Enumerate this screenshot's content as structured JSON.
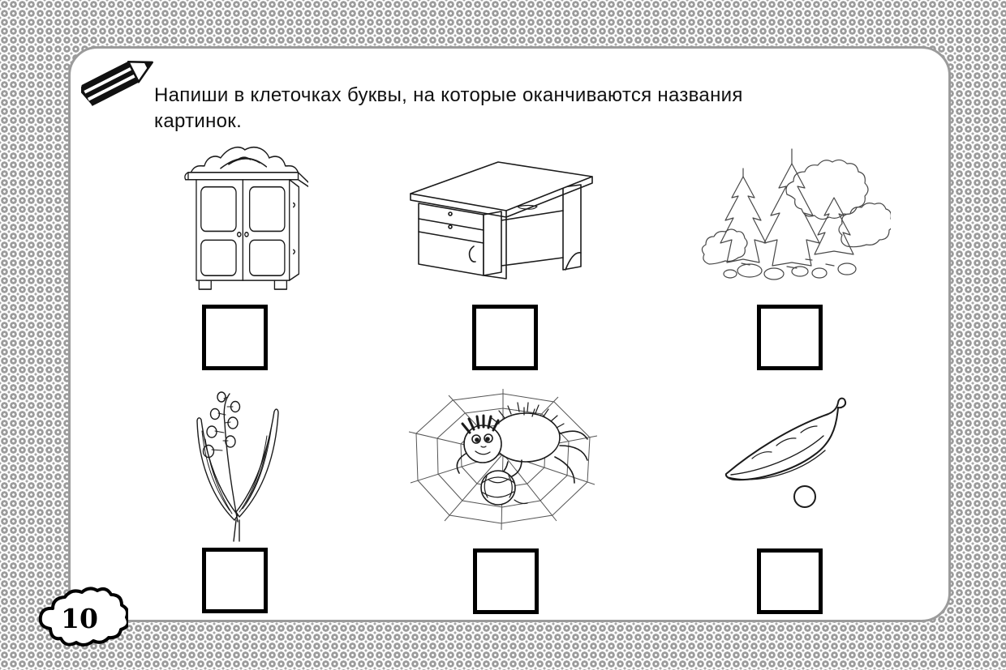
{
  "page": {
    "instruction": "Напиши в клеточках буквы, на которые оканчиваются названия картинок.",
    "page_number": "10"
  },
  "icons": {
    "pencil": "pencil-icon",
    "page_number_cloud": "cloud-badge"
  },
  "worksheet": {
    "pictures": [
      {
        "name": "wardrobe"
      },
      {
        "name": "desk"
      },
      {
        "name": "forest"
      },
      {
        "name": "lily-of-the-valley"
      },
      {
        "name": "spider-with-yarn-on-web"
      },
      {
        "name": "pea-pod"
      }
    ],
    "answers": [
      "",
      "",
      "",
      "",
      "",
      ""
    ]
  },
  "colors": {
    "line_art": "#1b1b1b",
    "forest_line": "#474747",
    "pattern_gray": "#9c9c9c",
    "page_border": "#9b9b9b",
    "box_border": "#000000"
  }
}
